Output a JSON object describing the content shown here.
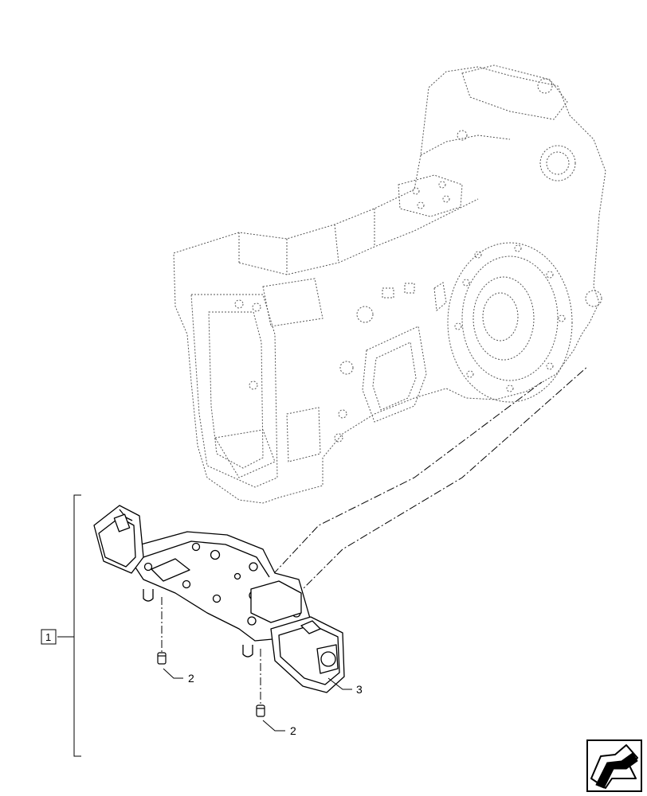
{
  "diagram": {
    "callouts": {
      "assembly": "1",
      "pin_upper": "2",
      "pin_lower": "2",
      "support": "3"
    },
    "nav_icon": "arrow-next-page-icon",
    "colors": {
      "line": "#000000",
      "hidden_line": "#555555",
      "background": "#ffffff"
    }
  }
}
